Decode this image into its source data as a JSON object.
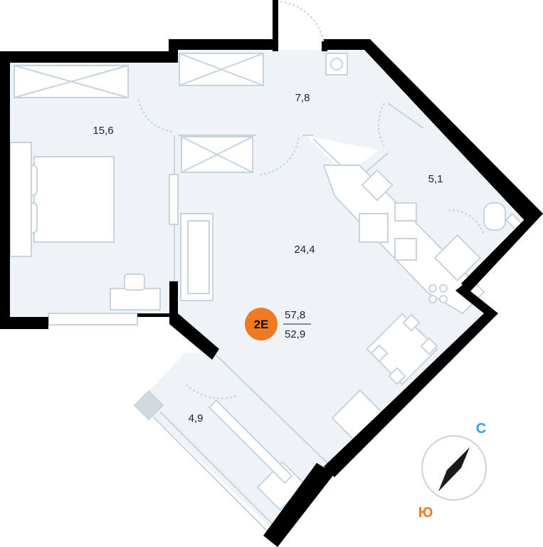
{
  "rooms": [
    {
      "id": "bedroom",
      "label": "15,6"
    },
    {
      "id": "hall",
      "label": "7,8"
    },
    {
      "id": "bathroom",
      "label": "5,1"
    },
    {
      "id": "living",
      "label": "24,4"
    },
    {
      "id": "balcony",
      "label": "4,9"
    }
  ],
  "apartment": {
    "type": "2E",
    "total_area": "57,8",
    "living_area": "52,9"
  },
  "compass": {
    "north": "С",
    "south": "Ю"
  },
  "colors": {
    "floor": "#eef3f8",
    "wall": "#000000",
    "line": "#c9d3dc",
    "badge": "#f07a22",
    "north": "#2aa7dc",
    "south": "#f07a22"
  }
}
